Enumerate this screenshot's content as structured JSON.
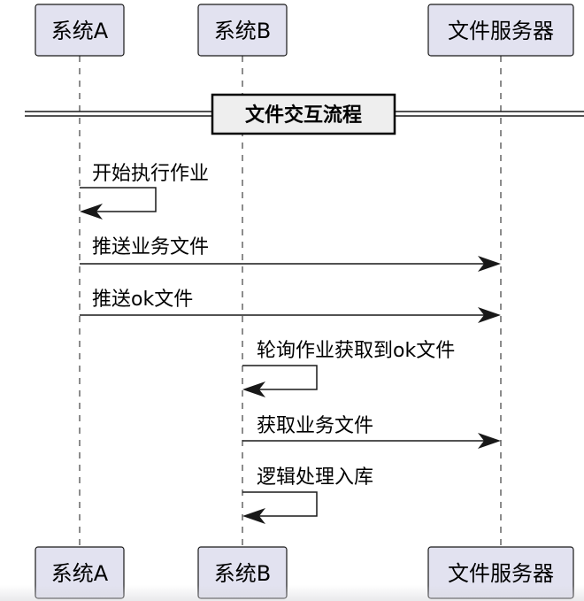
{
  "diagram": {
    "participants": [
      {
        "id": "sysA",
        "label": "系统A"
      },
      {
        "id": "sysB",
        "label": "系统B"
      },
      {
        "id": "fileServer",
        "label": "文件服务器"
      }
    ],
    "divider": {
      "label": "文件交互流程"
    },
    "messages": [
      {
        "from": "sysA",
        "to": "sysA",
        "label": "开始执行作业"
      },
      {
        "from": "sysA",
        "to": "fileServer",
        "label": "推送业务文件"
      },
      {
        "from": "sysA",
        "to": "fileServer",
        "label": "推送ok文件"
      },
      {
        "from": "sysB",
        "to": "sysB",
        "label": "轮询作业获取到ok文件"
      },
      {
        "from": "sysB",
        "to": "fileServer",
        "label": "获取业务文件"
      },
      {
        "from": "sysB",
        "to": "sysB",
        "label": "逻辑处理入库"
      }
    ]
  }
}
